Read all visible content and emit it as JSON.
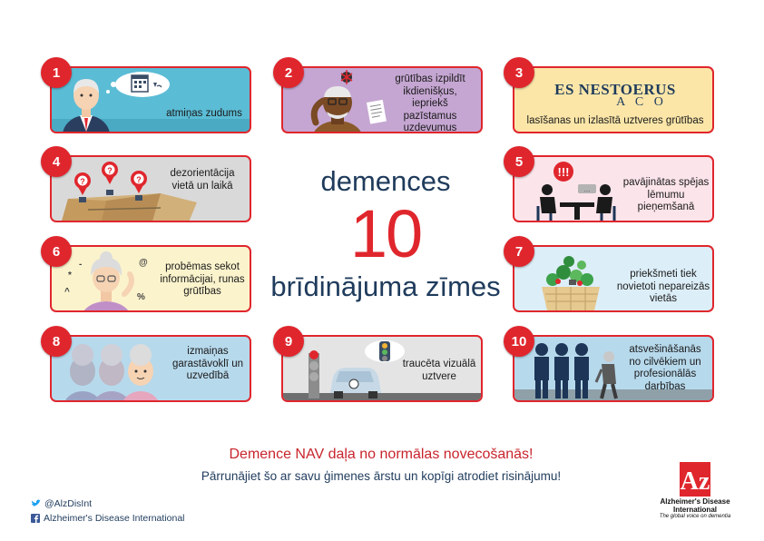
{
  "cards": [
    {
      "number": "1",
      "text": "atmiņas zudums",
      "bg": "#5bbcd5"
    },
    {
      "number": "2",
      "text": "grūtības izpildīt ikdienišķus, iepriekš pazīstamus uzdevumus",
      "bg": "#c5a6d2"
    },
    {
      "number": "3",
      "text": "lasīšanas un izlasītā uztveres grūtības",
      "word_top": "ES NESTOERUS",
      "word_bottom": "A C O",
      "bg": "#fbe6a8"
    },
    {
      "number": "4",
      "text": "dezorientācija vietā un laikā",
      "bg": "#d9d9d9"
    },
    {
      "number": "5",
      "text": "pavājinātas spējas lēmumu pieņemšanā",
      "bg": "#fbe4ea"
    },
    {
      "number": "6",
      "text": "probēmas sekot informācijai, runas grūtības",
      "bg": "#fbf3cc"
    },
    {
      "number": "7",
      "text": "priekšmeti tiek novietoti nepareizās vietās",
      "bg": "#dceef8"
    },
    {
      "number": "8",
      "text": "izmaiņas garastāvoklī un uzvedībā",
      "bg": "#b7d9ec"
    },
    {
      "number": "9",
      "text": "traucēta vizuālā uztvere",
      "bg": "#e4e4e4"
    },
    {
      "number": "10",
      "text": "atsvešināšanās no cilvēkiem un profesionālās darbības",
      "bg": "#b7d9ec"
    }
  ],
  "title": {
    "top": "demences",
    "number": "10",
    "bottom": "brīdinājuma zīmes"
  },
  "footer": {
    "main": "Demence NAV daļa no normālas novecošanās!",
    "sub": "Pārrunājiet šo ar savu ģimenes ārstu un kopīgi atrodiet risinājumu!"
  },
  "social": {
    "twitter": "@AlzDisInt",
    "facebook": "Alzheimer's Disease International"
  },
  "logo": {
    "mark": "Az",
    "name": "Alzheimer's Disease International",
    "tagline": "The global voice on dementia"
  },
  "colors": {
    "accent": "#e0262d",
    "navy": "#1f3b5c"
  }
}
